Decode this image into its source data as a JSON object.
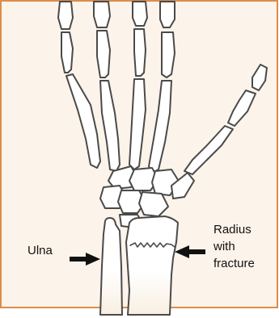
{
  "diagram": {
    "labels": {
      "ulna": "Ulna",
      "radius_line1": "Radius",
      "radius_line2": "with",
      "radius_line3": "fracture"
    },
    "colors": {
      "background": "#ffffff",
      "panel": "#fcf3ea",
      "frame": "#dc8c4d",
      "bone_fill": "#ffffff",
      "bone_outline": "#4a4a4a",
      "arrow": "#111111"
    }
  }
}
